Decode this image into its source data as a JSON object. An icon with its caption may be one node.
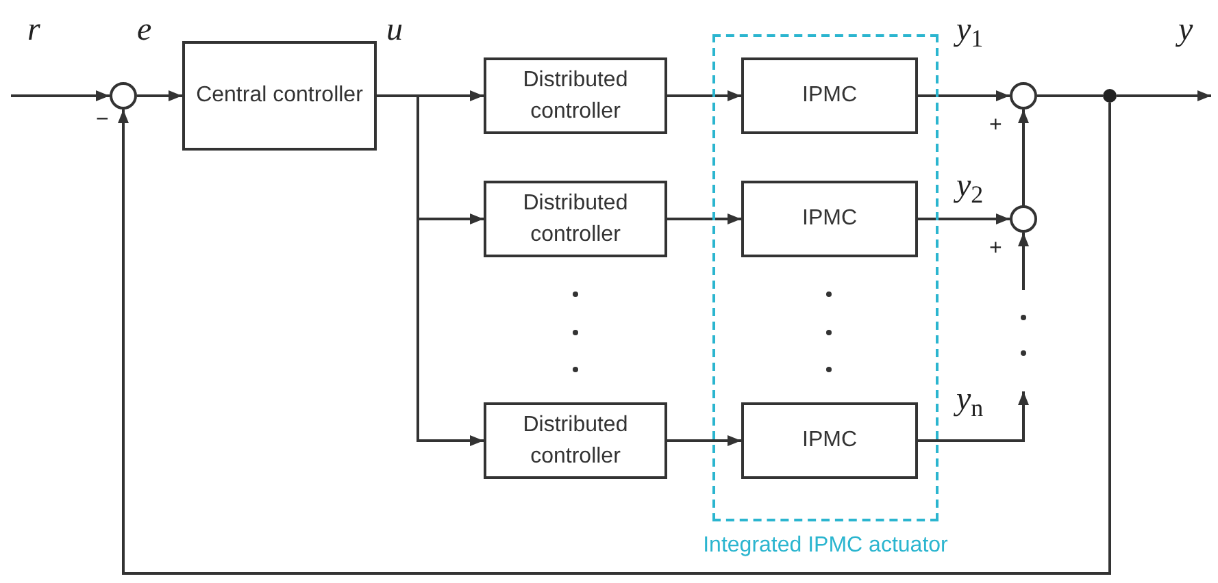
{
  "diagram": {
    "nodes": [
      {
        "text": [],
        "shape": "circle"
      },
      {
        "text": [
          "Central controller"
        ]
      },
      {
        "text": [
          "Distributed controller"
        ]
      },
      {
        "text": [
          "Distributed controller"
        ]
      },
      {
        "text": [
          "Distributed controller"
        ]
      },
      {
        "text": [
          "Integrated IPMC actuator"
        ]
      },
      {
        "text": [
          "IPMC"
        ],
        "in": 5
      },
      {
        "text": [
          "IPMC"
        ],
        "in": 5
      },
      {
        "text": [
          "IPMC"
        ],
        "in": 5
      },
      {
        "text": [],
        "shape": "circle"
      },
      {
        "text": [],
        "shape": "circle"
      },
      {
        "text": [],
        "shape": "dot"
      }
    ],
    "edges": [
      {
        "from": null,
        "to": 0,
        "arrow": "to"
      },
      {
        "from": 0,
        "to": 1,
        "arrow": "to"
      },
      {
        "from": 1,
        "to": 2,
        "arrow": "to"
      },
      {
        "from": 1,
        "to": 3,
        "arrow": "to"
      },
      {
        "from": 1,
        "to": 4,
        "arrow": "to"
      },
      {
        "from": 2,
        "to": 6,
        "arrow": "to"
      },
      {
        "from": 3,
        "to": 7,
        "arrow": "to"
      },
      {
        "from": 4,
        "to": 8,
        "arrow": "to"
      },
      {
        "from": 6,
        "to": 9,
        "arrow": "to"
      },
      {
        "from": 7,
        "to": 10,
        "arrow": "to"
      },
      {
        "from": 8,
        "to": null,
        "arrow": "to"
      },
      {
        "from": null,
        "to": 10,
        "arrow": "to"
      },
      {
        "from": 10,
        "to": 9,
        "arrow": "to"
      },
      {
        "from": 9,
        "to": 11,
        "arrow": "none"
      },
      {
        "from": 11,
        "to": null,
        "arrow": "to"
      },
      {
        "from": 11,
        "to": 0,
        "arrow": "to"
      }
    ],
    "labels": [
      "*r*",
      "*e*",
      "*u*",
      "*y*$_{1}$",
      "*y*",
      "−",
      "+",
      "*y*$_{2}$",
      "+",
      "*y*$_{n}$"
    ]
  }
}
